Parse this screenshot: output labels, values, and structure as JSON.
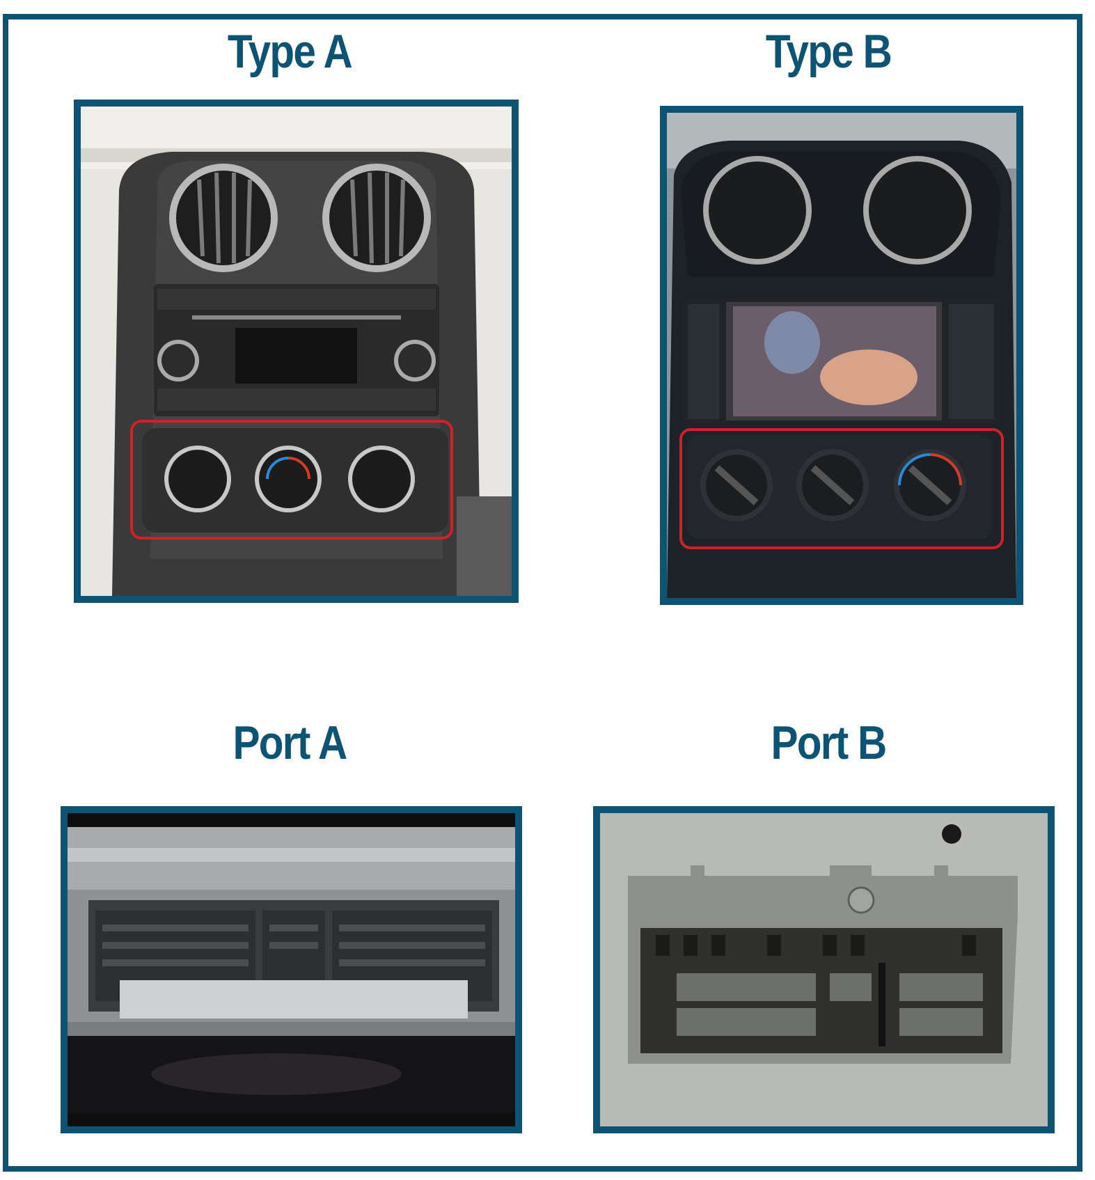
{
  "panels": [
    {
      "id": "type_a",
      "title": "Type A",
      "image": "car-dashboard-radio-cd-with-climate-knobs"
    },
    {
      "id": "type_b",
      "title": "Type B",
      "image": "car-dashboard-touchscreen-with-climate-knobs"
    },
    {
      "id": "port_a",
      "title": "Port A",
      "image": "wide-multi-pin-connector-port"
    },
    {
      "id": "port_b",
      "title": "Port B",
      "image": "grey-multi-pin-connector-port"
    }
  ],
  "colors": {
    "frame": "#0d5474",
    "title": "#0d5474",
    "highlight_box": "#d0202a"
  }
}
